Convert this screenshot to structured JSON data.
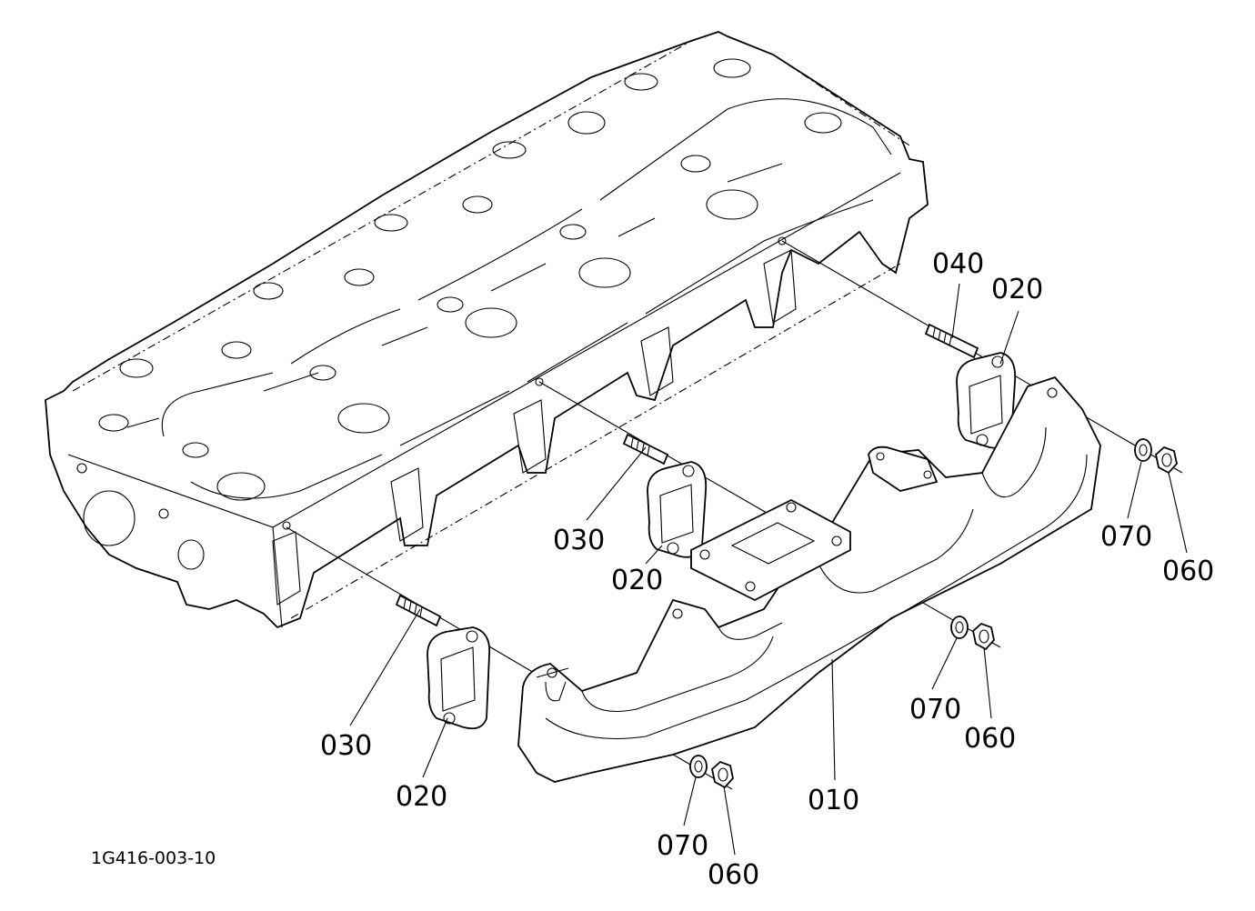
{
  "diagram": {
    "drawing_code": "1G416-003-10",
    "callouts": [
      {
        "id": "c1",
        "text": "040"
      },
      {
        "id": "c2",
        "text": "020"
      },
      {
        "id": "c3",
        "text": "030"
      },
      {
        "id": "c4",
        "text": "020"
      },
      {
        "id": "c5",
        "text": "070"
      },
      {
        "id": "c6",
        "text": "060"
      },
      {
        "id": "c7",
        "text": "070"
      },
      {
        "id": "c8",
        "text": "060"
      },
      {
        "id": "c9",
        "text": "030"
      },
      {
        "id": "c10",
        "text": "020"
      },
      {
        "id": "c11",
        "text": "010"
      },
      {
        "id": "c12",
        "text": "070"
      },
      {
        "id": "c13",
        "text": "060"
      }
    ]
  }
}
